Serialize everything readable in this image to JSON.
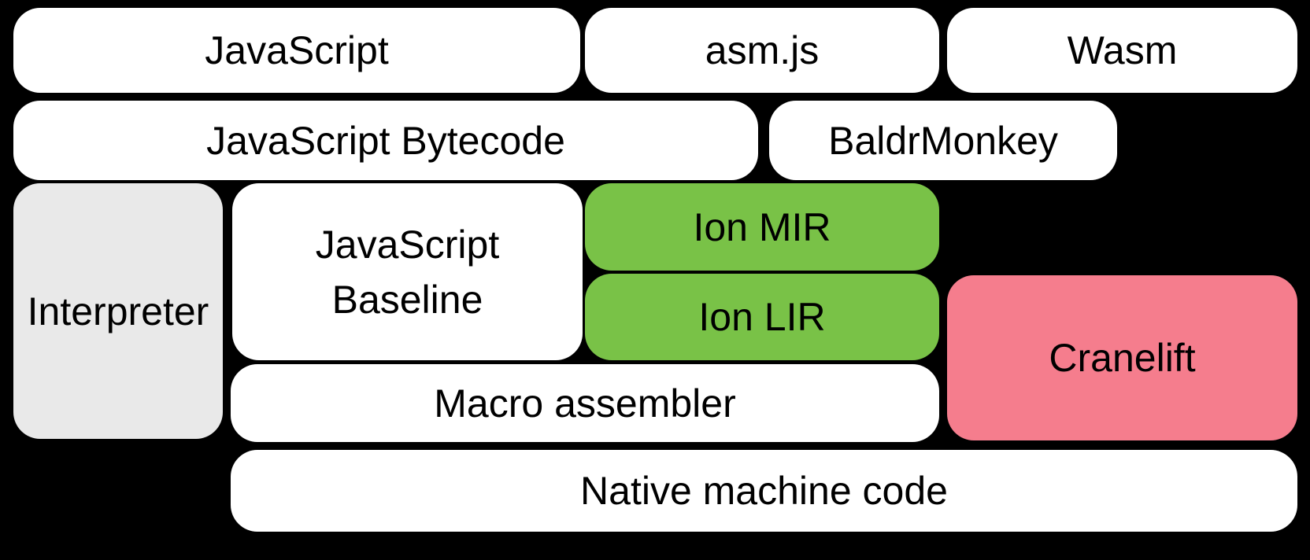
{
  "diagram": {
    "title": "Compiler pipeline diagram",
    "background": "#000000",
    "text_color": "#000000",
    "colors": {
      "white": "#FFFFFF",
      "gray": "#E9E9E9",
      "green": "#79C247",
      "pink": "#F57D8D"
    },
    "boxes": [
      {
        "id": "javascript",
        "label": "JavaScript",
        "color": "#FFFFFF"
      },
      {
        "id": "asm-js",
        "label": "asm.js",
        "color": "#FFFFFF"
      },
      {
        "id": "wasm",
        "label": "Wasm",
        "color": "#FFFFFF"
      },
      {
        "id": "javascript-bytecode",
        "label": "JavaScript Bytecode",
        "color": "#FFFFFF"
      },
      {
        "id": "baldrmonkey",
        "label": "BaldrMonkey",
        "color": "#FFFFFF"
      },
      {
        "id": "interpreter",
        "label": "Interpreter",
        "color": "#E9E9E9"
      },
      {
        "id": "javascript-baseline",
        "label": "JavaScript Baseline",
        "color": "#FFFFFF"
      },
      {
        "id": "ion-mir",
        "label": "Ion MIR",
        "color": "#79C247"
      },
      {
        "id": "ion-lir",
        "label": "Ion LIR",
        "color": "#79C247"
      },
      {
        "id": "cranelift",
        "label": "Cranelift",
        "color": "#F57D8D"
      },
      {
        "id": "macro-assembler",
        "label": "Macro assembler",
        "color": "#FFFFFF"
      },
      {
        "id": "native-machine-code",
        "label": "Native machine code",
        "color": "#FFFFFF"
      }
    ]
  }
}
